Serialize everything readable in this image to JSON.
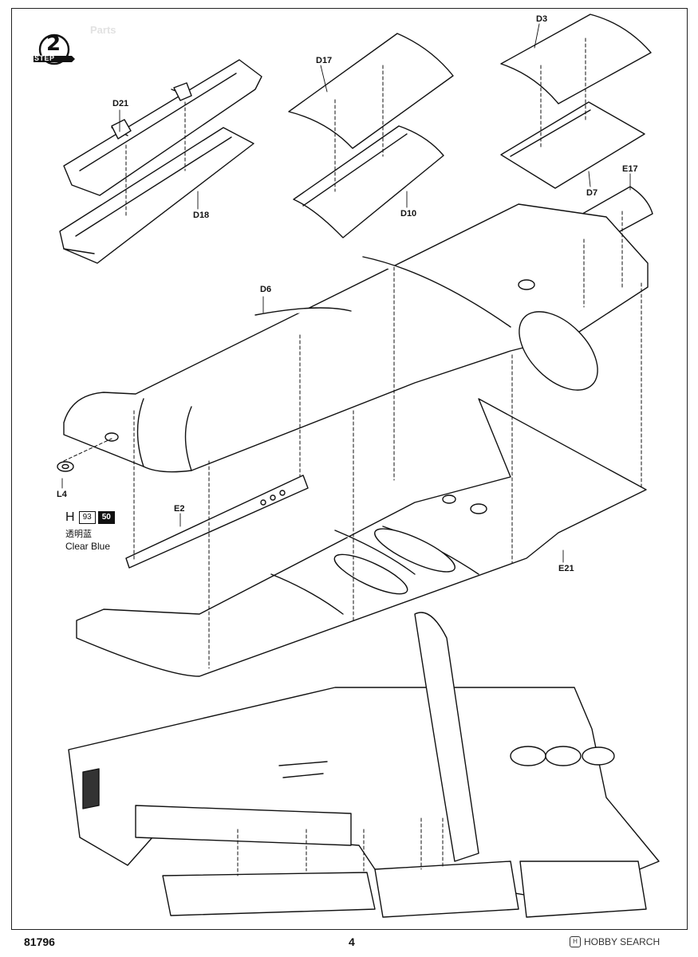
{
  "step": {
    "number": "2",
    "word": "STEP",
    "faded_text": "Parts"
  },
  "parts": {
    "d21": "D21",
    "d18": "D18",
    "d17": "D17",
    "d10": "D10",
    "d3": "D3",
    "d7": "D7",
    "e17": "E17",
    "d6": "D6",
    "l4": "L4",
    "e2": "E2",
    "e21": "E21"
  },
  "paint": {
    "letter": "H",
    "code1": "93",
    "code2": "50",
    "name_cn": "透明蓝",
    "name_en": "Clear Blue"
  },
  "footer": {
    "product_code": "81796",
    "page_number": "4"
  },
  "watermark": {
    "icon": "hobby-search-icon",
    "text": "HOBBY SEARCH"
  }
}
